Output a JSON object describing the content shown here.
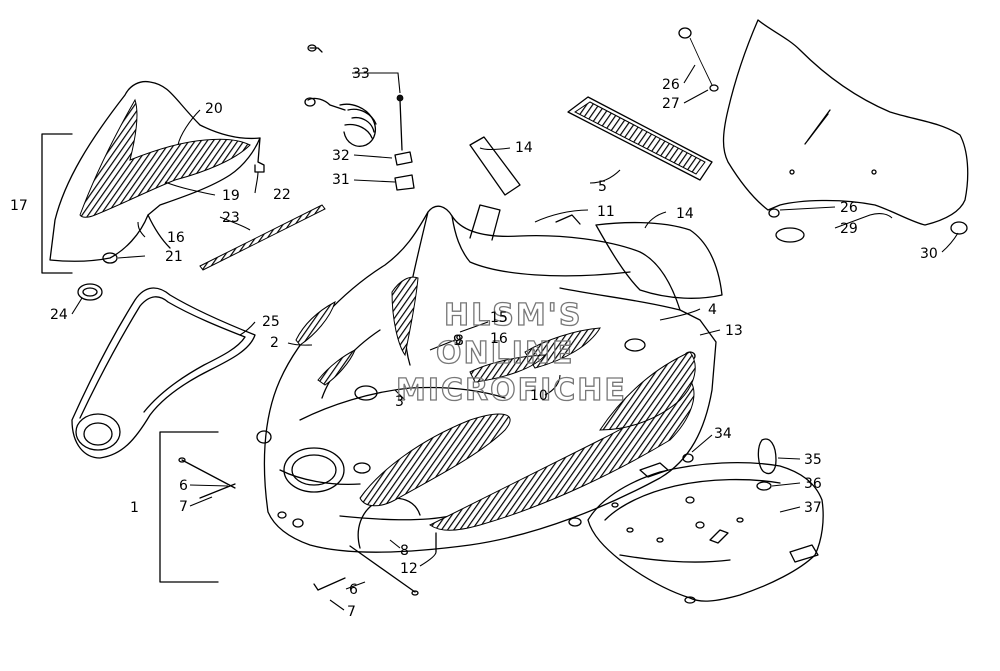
{
  "watermark": {
    "line1": "HLSM'S",
    "line2": "ONLINE",
    "line3": "MICROFICHE"
  },
  "callouts": [
    {
      "id": "c1",
      "label": "1"
    },
    {
      "id": "c2",
      "label": "2"
    },
    {
      "id": "c3",
      "label": "3"
    },
    {
      "id": "c4",
      "label": "4"
    },
    {
      "id": "c5",
      "label": "5"
    },
    {
      "id": "c6",
      "label": "6"
    },
    {
      "id": "c6b",
      "label": "6"
    },
    {
      "id": "c7",
      "label": "7"
    },
    {
      "id": "c7b",
      "label": "7"
    },
    {
      "id": "c8",
      "label": "8"
    },
    {
      "id": "c8b",
      "label": "8"
    },
    {
      "id": "c9",
      "label": "9"
    },
    {
      "id": "c10",
      "label": "10"
    },
    {
      "id": "c11",
      "label": "11"
    },
    {
      "id": "c12",
      "label": "12"
    },
    {
      "id": "c13",
      "label": "13"
    },
    {
      "id": "c14",
      "label": "14"
    },
    {
      "id": "c14b",
      "label": "14"
    },
    {
      "id": "c15",
      "label": "15"
    },
    {
      "id": "c16",
      "label": "16"
    },
    {
      "id": "c16b",
      "label": "16"
    },
    {
      "id": "c17",
      "label": "17"
    },
    {
      "id": "c19",
      "label": "19"
    },
    {
      "id": "c20",
      "label": "20"
    },
    {
      "id": "c21",
      "label": "21"
    },
    {
      "id": "c22",
      "label": "22"
    },
    {
      "id": "c23",
      "label": "23"
    },
    {
      "id": "c24",
      "label": "24"
    },
    {
      "id": "c25",
      "label": "25"
    },
    {
      "id": "c26",
      "label": "26"
    },
    {
      "id": "c26b",
      "label": "26"
    },
    {
      "id": "c27",
      "label": "27"
    },
    {
      "id": "c29",
      "label": "29"
    },
    {
      "id": "c30",
      "label": "30"
    },
    {
      "id": "c31",
      "label": "31"
    },
    {
      "id": "c32",
      "label": "32"
    },
    {
      "id": "c33",
      "label": "33"
    },
    {
      "id": "c34",
      "label": "34"
    },
    {
      "id": "c35",
      "label": "35"
    },
    {
      "id": "c36",
      "label": "36"
    },
    {
      "id": "c37",
      "label": "37"
    }
  ]
}
